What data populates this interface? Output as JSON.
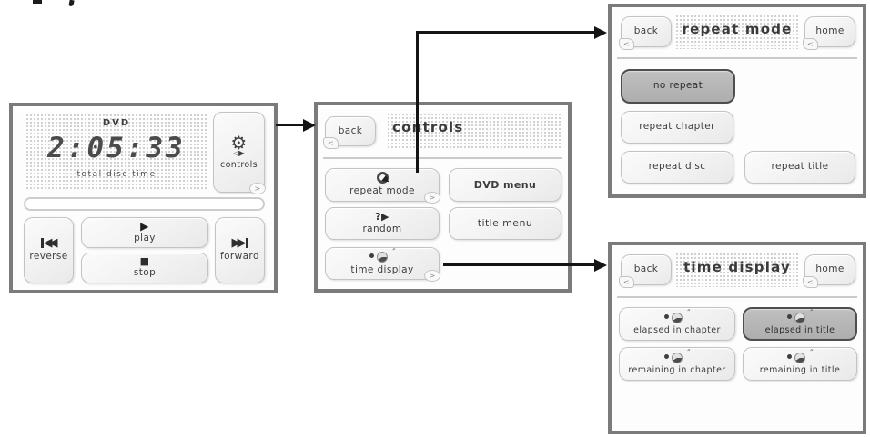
{
  "icons": {
    "gear": "⚙",
    "controls_arrows": "◁▶",
    "reverse": "◀◀",
    "forward": "▶▶",
    "play": "▶",
    "stop": "■",
    "random": "?▶",
    "double_prime": "″",
    "back_tab": "<",
    "more_tab": ">"
  },
  "dvd_screen": {
    "source": "DVD",
    "time": "2:05:33",
    "time_caption": "total disc time",
    "controls_label": "controls",
    "reverse_label": "reverse",
    "play_label": "play",
    "stop_label": "stop",
    "forward_label": "forward"
  },
  "controls_screen": {
    "back_label": "back",
    "title": "controls",
    "repeat_mode_label": "repeat mode",
    "dvd_menu_label": "DVD menu",
    "random_label": "random",
    "title_menu_label": "title menu",
    "time_display_label": "time display"
  },
  "repeat_mode_screen": {
    "back_label": "back",
    "title": "repeat mode",
    "home_label": "home",
    "selected_option": "no repeat",
    "options": {
      "no_repeat": "no repeat",
      "repeat_chapter": "repeat chapter",
      "repeat_disc": "repeat disc",
      "repeat_title": "repeat title"
    }
  },
  "time_display_screen": {
    "back_label": "back",
    "title": "time display",
    "home_label": "home",
    "selected_option": "elapsed in title",
    "options": {
      "elapsed_in_chapter": "elapsed in chapter",
      "elapsed_in_title": "elapsed in title",
      "remaining_in_chapter": "remaining in chapter",
      "remaining_in_title": "remaining in title"
    }
  },
  "colors": {
    "panel_border": "#7b7b7b",
    "selected_fill": "#b5b5b5",
    "arrow": "#141414"
  }
}
